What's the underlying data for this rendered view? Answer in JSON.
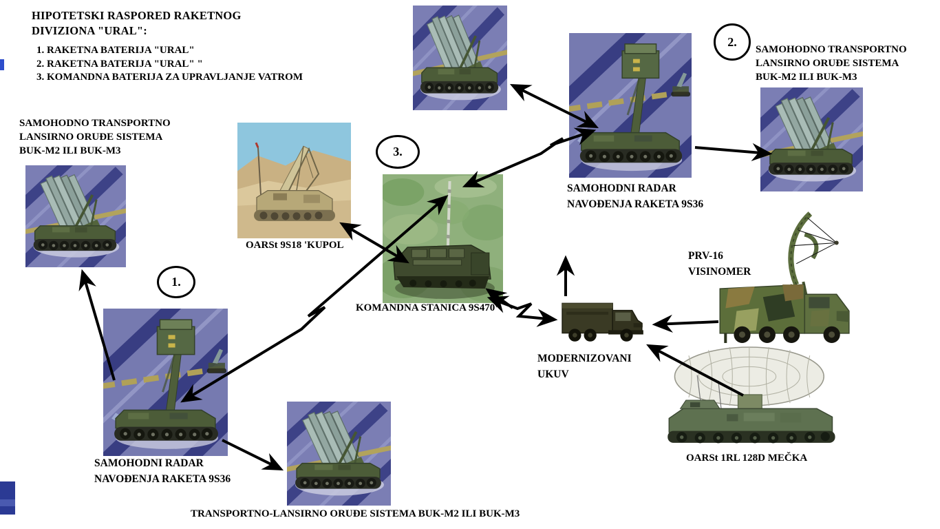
{
  "title": {
    "line1": "HIPOTETSKI RASPORED RAKETNOG",
    "line2": "DIVIZIONA \"URAL\":"
  },
  "legend": {
    "item1": "1. RAKETNA BATERIJA \"URAL\"",
    "item2": "2. RAKETNA BATERIJA \"URAL\" \"",
    "item3": "3. KOMANDNA BATERIJA ZA UPRAVLJANJE VATROM"
  },
  "badges": {
    "b1": "1.",
    "b2": "2.",
    "b3": "3."
  },
  "labels": {
    "tel_left": {
      "line1": "SAMOHODNO TRANSPORTNO",
      "line2": "LANSIRNO ORUĐE SISTEMA",
      "line3": "BUK-M2 ILI BUK-M3"
    },
    "tel_right": {
      "line1": "SAMOHODNO TRANSPORTNO",
      "line2": "LANSIRNO ORUĐE SISTEMA",
      "line3": "BUK-M2 ILI BUK-M3"
    },
    "kupol": "OARSt 9S18 'KUPOL",
    "command": "KOMANDNA STANICA 9S470",
    "radar_top": {
      "line1": "SAMOHODNI RADAR",
      "line2": "NAVOĐENJA RAKETA 9S36"
    },
    "radar_bottom": {
      "line1": "SAMOHODNI RADAR",
      "line2": "NAVOĐENJA RAKETA 9S36"
    },
    "prv": {
      "line1": "PRV-16",
      "line2": "VISINOMER"
    },
    "ukuv": {
      "line1": "MODERNIZOVANI",
      "line2": "UKUV"
    },
    "mecka": "OARSt 1RL 128D MEČKA",
    "tel_bottom": "TRANSPORTNO-LANSIRNO ORUĐE SISTEMA BUK-M2 ILI BUK-M3"
  },
  "colors": {
    "background": "#ffffff",
    "text": "#000000",
    "arrow": "#000000",
    "photo_floor_blue": "#7b7eb4",
    "photo_floor_stripe": "#3d4287",
    "photo_band_khaki": "#b2a35c",
    "photo_grass_green": "#8fb07c",
    "photo_desert_sand": "#dbc89c",
    "vehicle_olive": "#4c5c38"
  }
}
